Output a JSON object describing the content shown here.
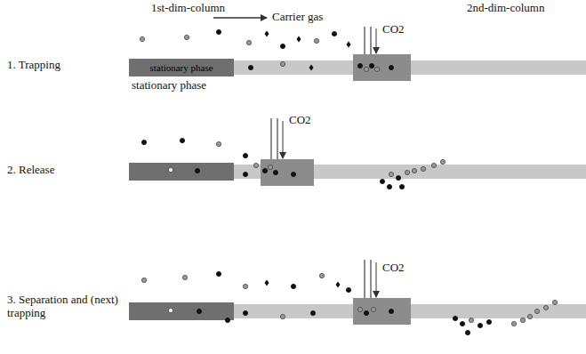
{
  "diagram": {
    "nodes": [
      {
        "text": [
          "stationary phase"
        ]
      }
    ],
    "labels": [
      "1st-dim-column",
      "2nd-dim-column",
      "Carrier gas",
      "CO2",
      "1. Trapping",
      "stationary phase",
      "2. Release",
      "CO2",
      "3. Separation and (next) trapping",
      "CO2"
    ]
  }
}
